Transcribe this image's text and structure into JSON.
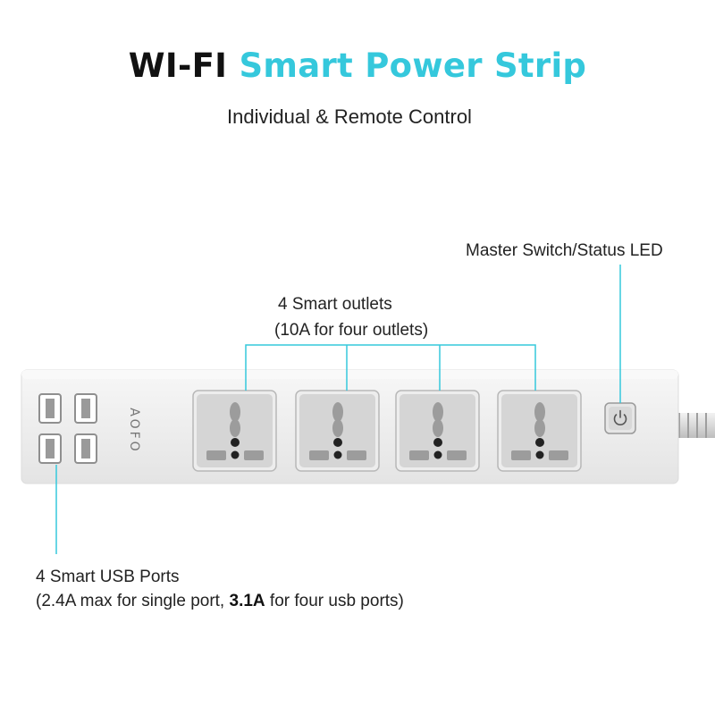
{
  "title": {
    "part1": "WI-FI",
    "part2": "Smart Power Strip"
  },
  "subtitle": "Individual & Remote Control",
  "callouts": {
    "master": "Master Switch/Status LED",
    "outlets_line1": "4 Smart outlets",
    "outlets_line2": "(10A for four outlets)",
    "usb_line1": "4 Smart USB Ports",
    "usb_line2_a": "(2.4A max for single port,",
    "usb_line2_b": "3.1A",
    "usb_line2_c": "for four usb ports)"
  },
  "brand": "AOFO",
  "colors": {
    "accent": "#35c8dc",
    "strip": "#efefef",
    "socket_face": "#d5d5d5"
  },
  "outlet_count": 4,
  "usb_count": 4
}
